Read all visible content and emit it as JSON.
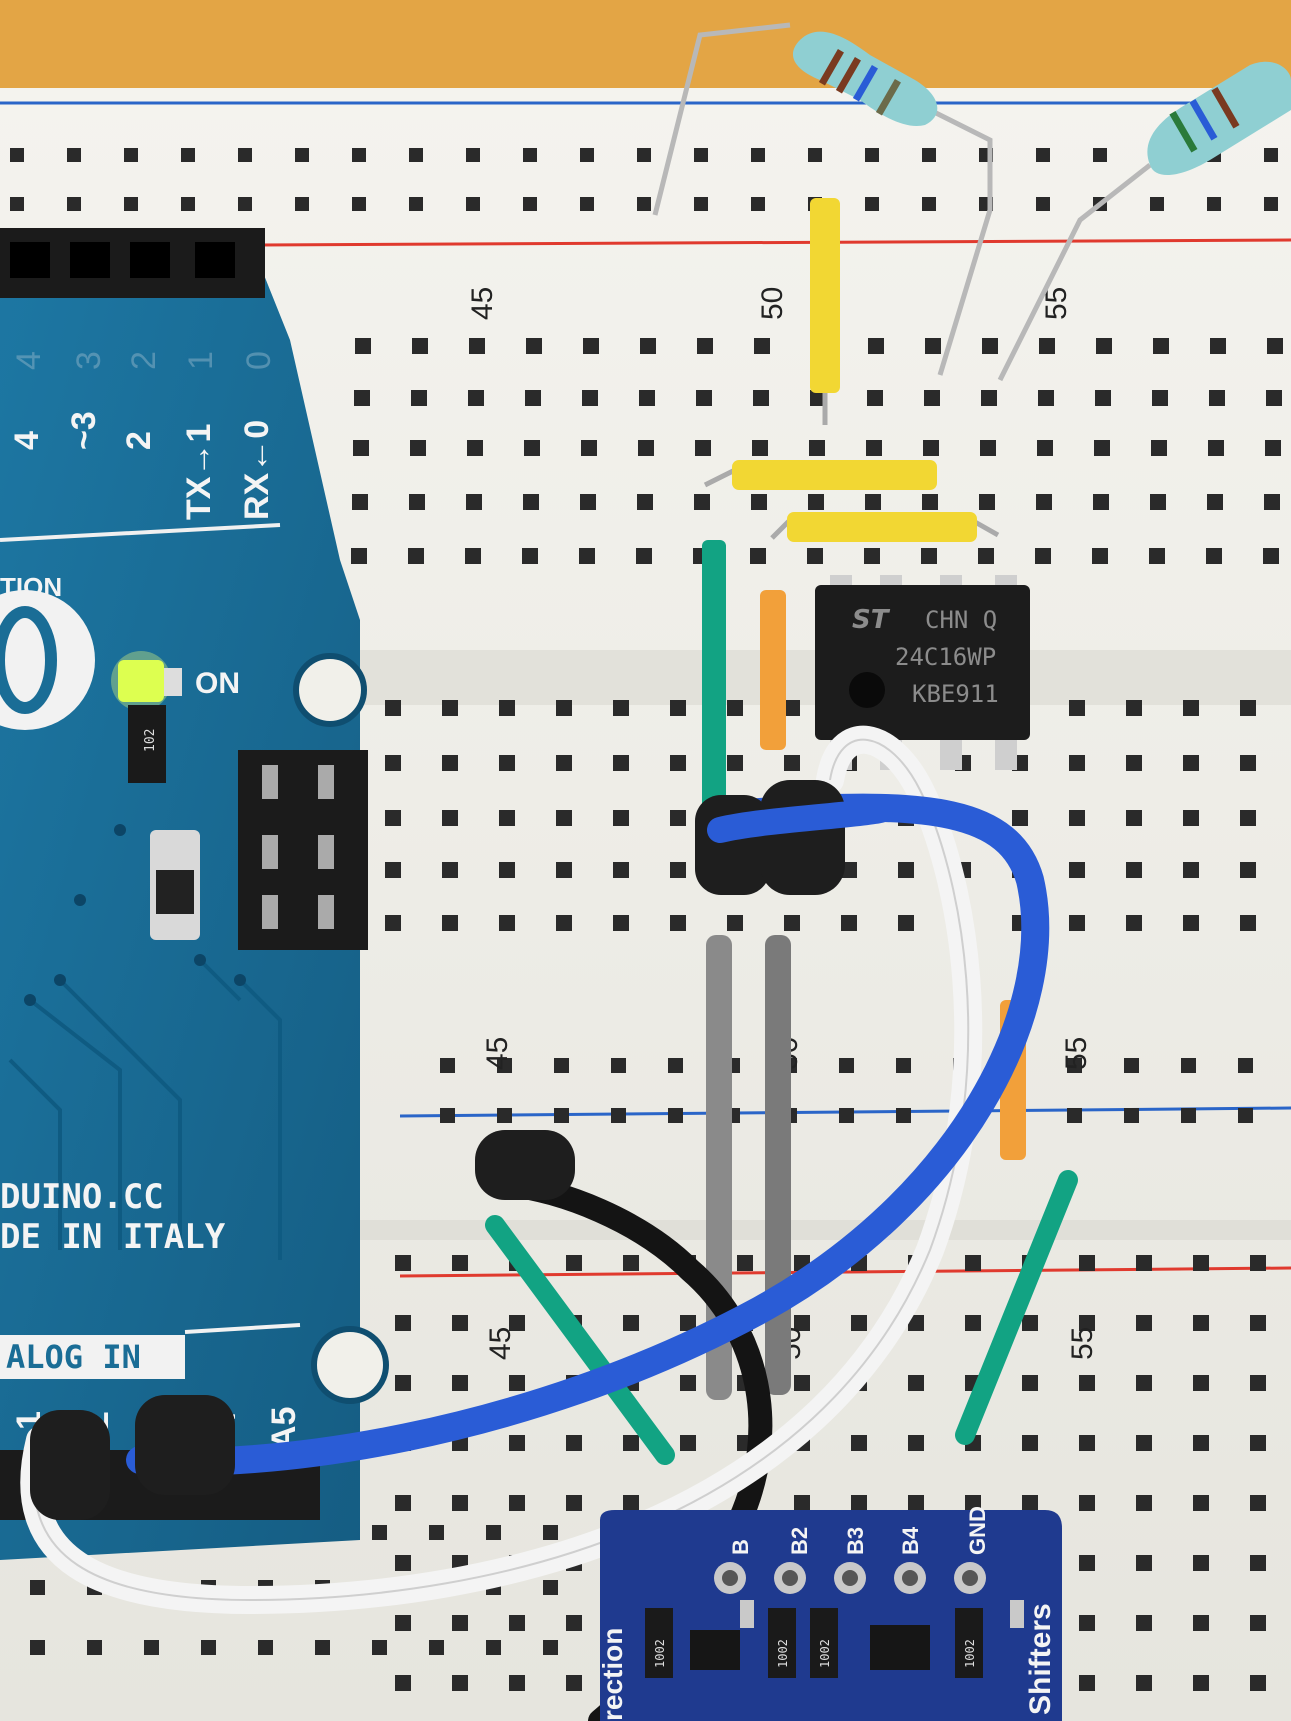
{
  "breadboard": {
    "row_numbers": {
      "top_a": "45",
      "top_b": "50",
      "top_c": "55",
      "mid_a": "45",
      "mid_b": "50",
      "mid_c": "55",
      "bot_a": "45",
      "bot_b": "50",
      "bot_c": "55"
    }
  },
  "arduino": {
    "pins": [
      "4",
      "~3",
      "2",
      "TX→1",
      "RX←0"
    ],
    "header_top": [
      "4",
      "3",
      "2",
      "1",
      "0"
    ],
    "edition_text": "TION",
    "on_label": "ON",
    "resistor_code": "102",
    "url_text": "DUINO.CC",
    "made_text": "DE IN ITALY",
    "analog_label": "ALOG IN",
    "analog_pins": [
      "1",
      "2",
      "3",
      "4",
      "A5"
    ]
  },
  "eeprom_chip": {
    "line1": "CHN Q",
    "line2": "24C16WP",
    "line3": "KBE911"
  },
  "level_shifter": {
    "pins": [
      "B",
      "B2",
      "B3",
      "B4",
      "GND"
    ],
    "side_left": "rection",
    "side_right": "Shifters",
    "resistor_codes": [
      "1002",
      "1002",
      "1002",
      "1002"
    ]
  },
  "colors": {
    "background": "#e3a545",
    "breadboard": "#efeee8",
    "arduino_pcb": "#1a6d96",
    "shifter_pcb": "#1f3a8f",
    "rail_blue": "#2a65c8",
    "rail_red": "#e03a2e",
    "wire_yellow": "#f2d733",
    "wire_teal": "#12a383",
    "wire_orange": "#f2a03a",
    "wire_blue": "#2a5cd6",
    "wire_white": "#f4f4f4",
    "wire_black": "#141414",
    "wire_gray": "#8a8a8a",
    "led_green": "#d8ff3a"
  }
}
